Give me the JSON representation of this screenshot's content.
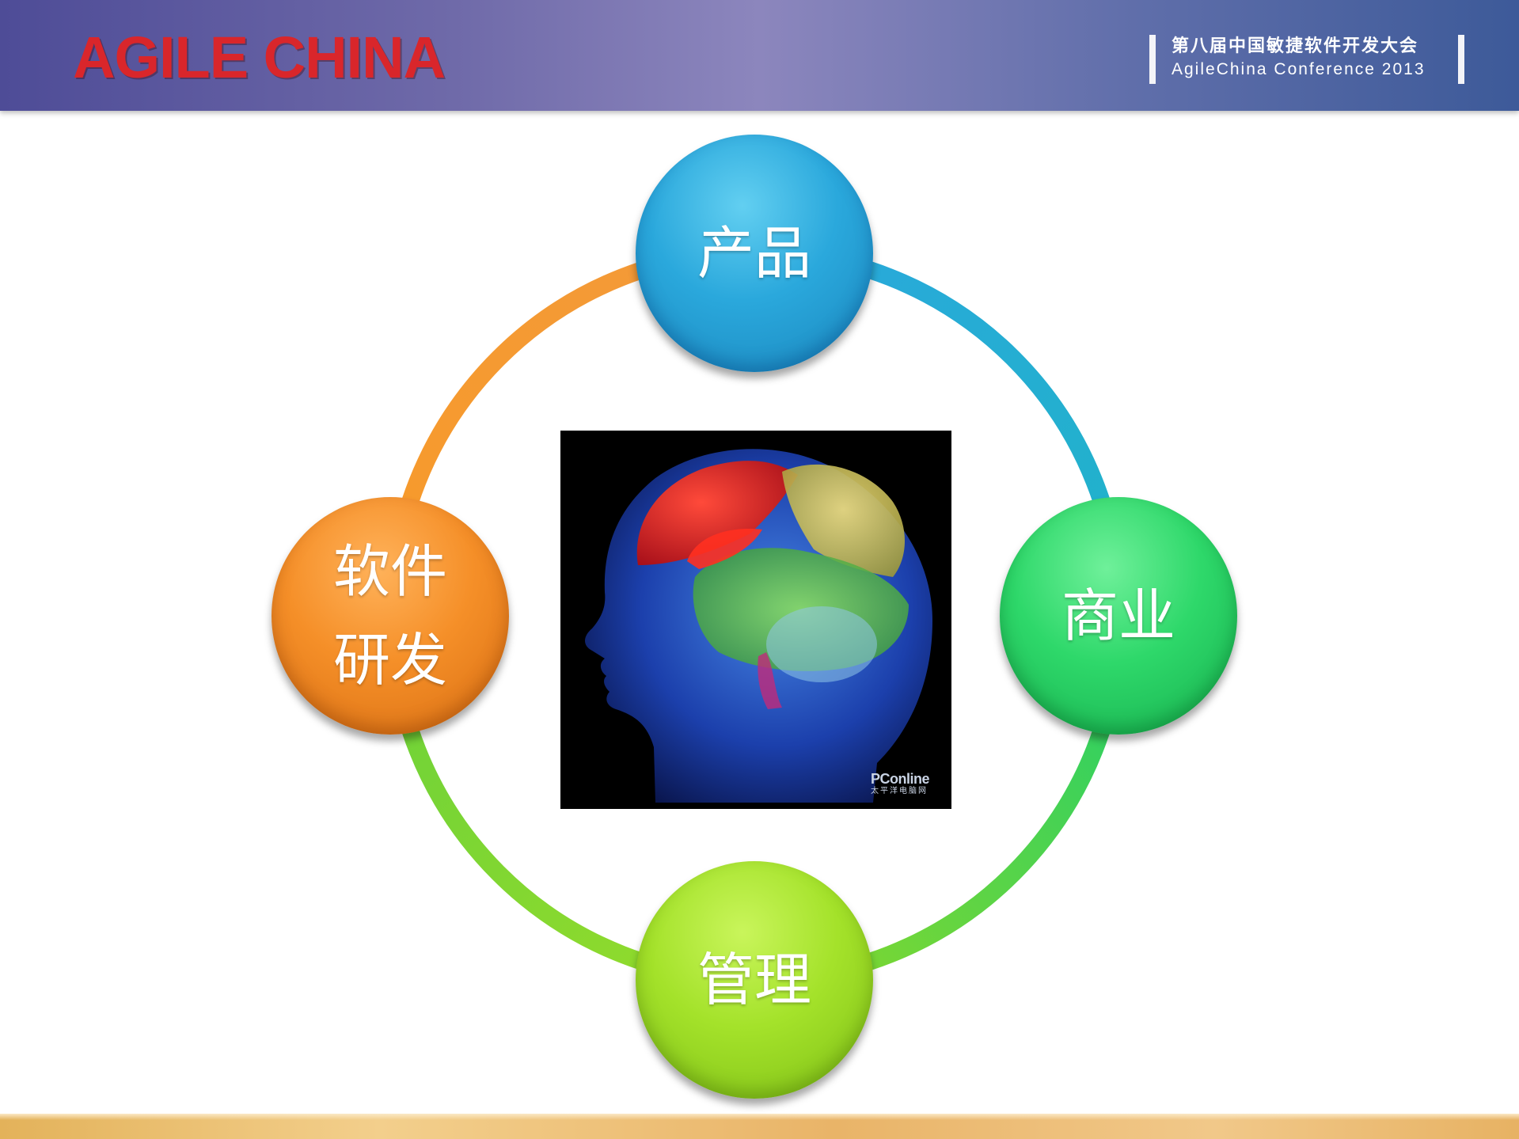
{
  "header": {
    "logo_text": "AGILE CHINA",
    "conference_cn": "第八届中国敏捷软件开发大会",
    "conference_en": "AgileChina Conference 2013"
  },
  "diagram": {
    "nodes": [
      {
        "position": "top",
        "label": "产品",
        "color": "#2aa8dc"
      },
      {
        "position": "right",
        "label": "商业",
        "color": "#2ed86a"
      },
      {
        "position": "bottom",
        "label": "管理",
        "color": "#a4e22a"
      },
      {
        "position": "left",
        "label": "软件研发",
        "color": "#f58f28"
      }
    ],
    "center_image": "brain-head-illustration",
    "watermark": {
      "logo": "PConline",
      "sub": "太平洋电脑网"
    }
  },
  "colors": {
    "logo": "#d9262b",
    "header_gradient_start": "#4e4c97",
    "footer": "#e9b468"
  }
}
